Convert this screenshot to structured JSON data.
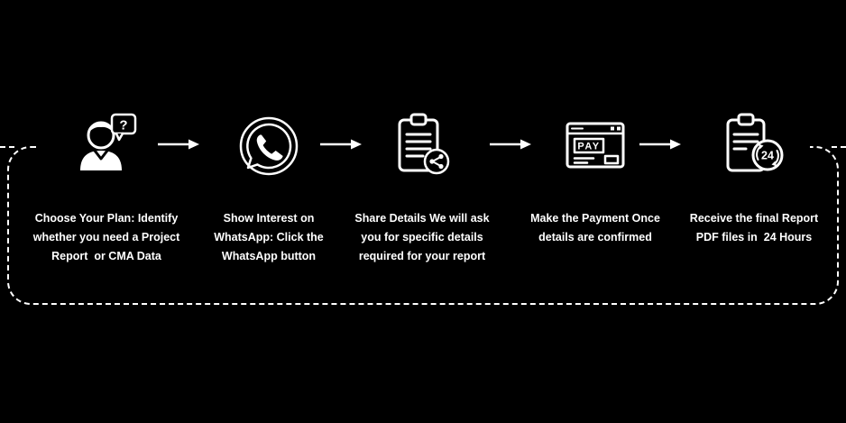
{
  "colors": {
    "background": "#000000",
    "foreground": "#ffffff"
  },
  "steps": [
    {
      "icon": "person-question-icon",
      "lines": [
        "Choose Your Plan: Identify",
        "whether you need a Project",
        "Report  or CMA Data"
      ]
    },
    {
      "icon": "whatsapp-icon",
      "lines": [
        "Show Interest on",
        "WhatsApp: Click the",
        "WhatsApp button"
      ]
    },
    {
      "icon": "clipboard-share-icon",
      "lines": [
        "Share Details We will ask",
        "you for specific details",
        "required for your report"
      ]
    },
    {
      "icon": "payment-window-icon",
      "lines": [
        "Make the Payment Once",
        "details are confirmed"
      ]
    },
    {
      "icon": "report-24hours-icon",
      "lines": [
        "Receive the final Report",
        "PDF files in  24 Hours"
      ]
    }
  ],
  "icon_text": {
    "question_mark": "?",
    "pay_label": "PAY",
    "hours_label": "24"
  }
}
